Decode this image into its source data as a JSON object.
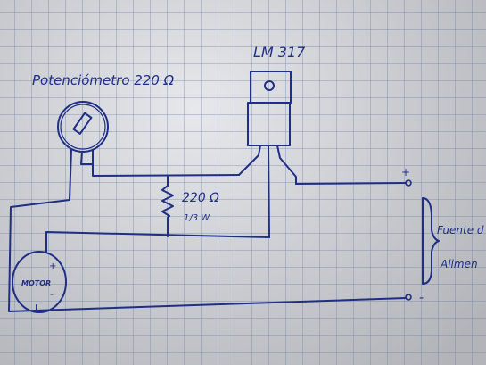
{
  "labels": {
    "potentiometer": "Potenciómetro 220 Ω",
    "regulator": "LM 317",
    "resistor_value": "220 Ω",
    "resistor_power": "1/3 W",
    "motor": "MOTOR",
    "motor_plus": "+",
    "motor_minus": "-",
    "supply_plus": "+",
    "supply_minus": "-",
    "supply_line1": "Fuente d",
    "supply_line2": "Alimen"
  },
  "colors": {
    "ink": "#1f2e86",
    "paper": "#d9dce2",
    "grid": "#697daa"
  }
}
